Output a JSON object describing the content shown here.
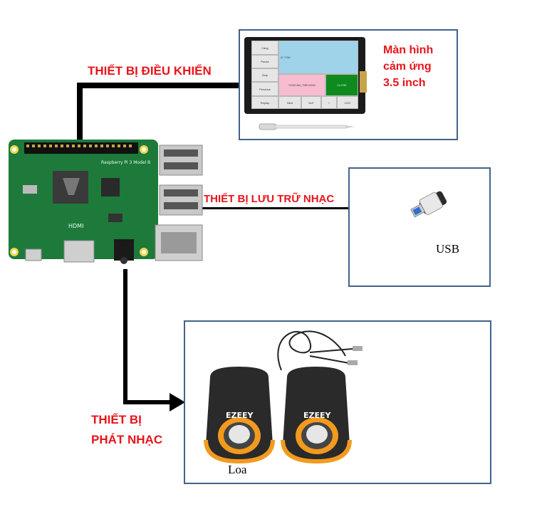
{
  "labels": {
    "control_device": "THIẾT BỊ ĐIỀU KHIỂN",
    "storage_device": "THIẾT BỊ LƯU TRỮ NHẠC",
    "playback_device_line1": "THIẾT BỊ",
    "playback_device_line2": "PHÁT NHẠC",
    "touchscreen_line1": "Màn hình",
    "touchscreen_line2": "cảm ứng",
    "touchscreen_line3": "3.5 inch",
    "usb": "USB",
    "speaker": "Loa"
  },
  "touchscreen_ui": {
    "side_buttons": [
      "Cảng",
      "Pause",
      "Stop",
      "Previous",
      "Replay"
    ],
    "title": "IC YOU",
    "track": "YOUCAN_THE-KING",
    "green_button": "CLOSE",
    "bottom_buttons": [
      "Next",
      "Vol+",
      "+",
      "LOG"
    ]
  },
  "speaker_brand": "EZEEY",
  "colors": {
    "label_red": "#e8141b",
    "box_border": "#41638a",
    "pcb_green": "#1d7a3a",
    "speaker_orange": "#f39a1e",
    "screen_blue": "#9fd3ea",
    "screen_pink": "#f8bcd0",
    "screen_green": "#0e8a1e"
  },
  "icons": {
    "board": "raspberry-pi-board",
    "usb": "usb-flash-drive-icon",
    "speakers": "speaker-pair",
    "stylus": "stylus-pen"
  }
}
